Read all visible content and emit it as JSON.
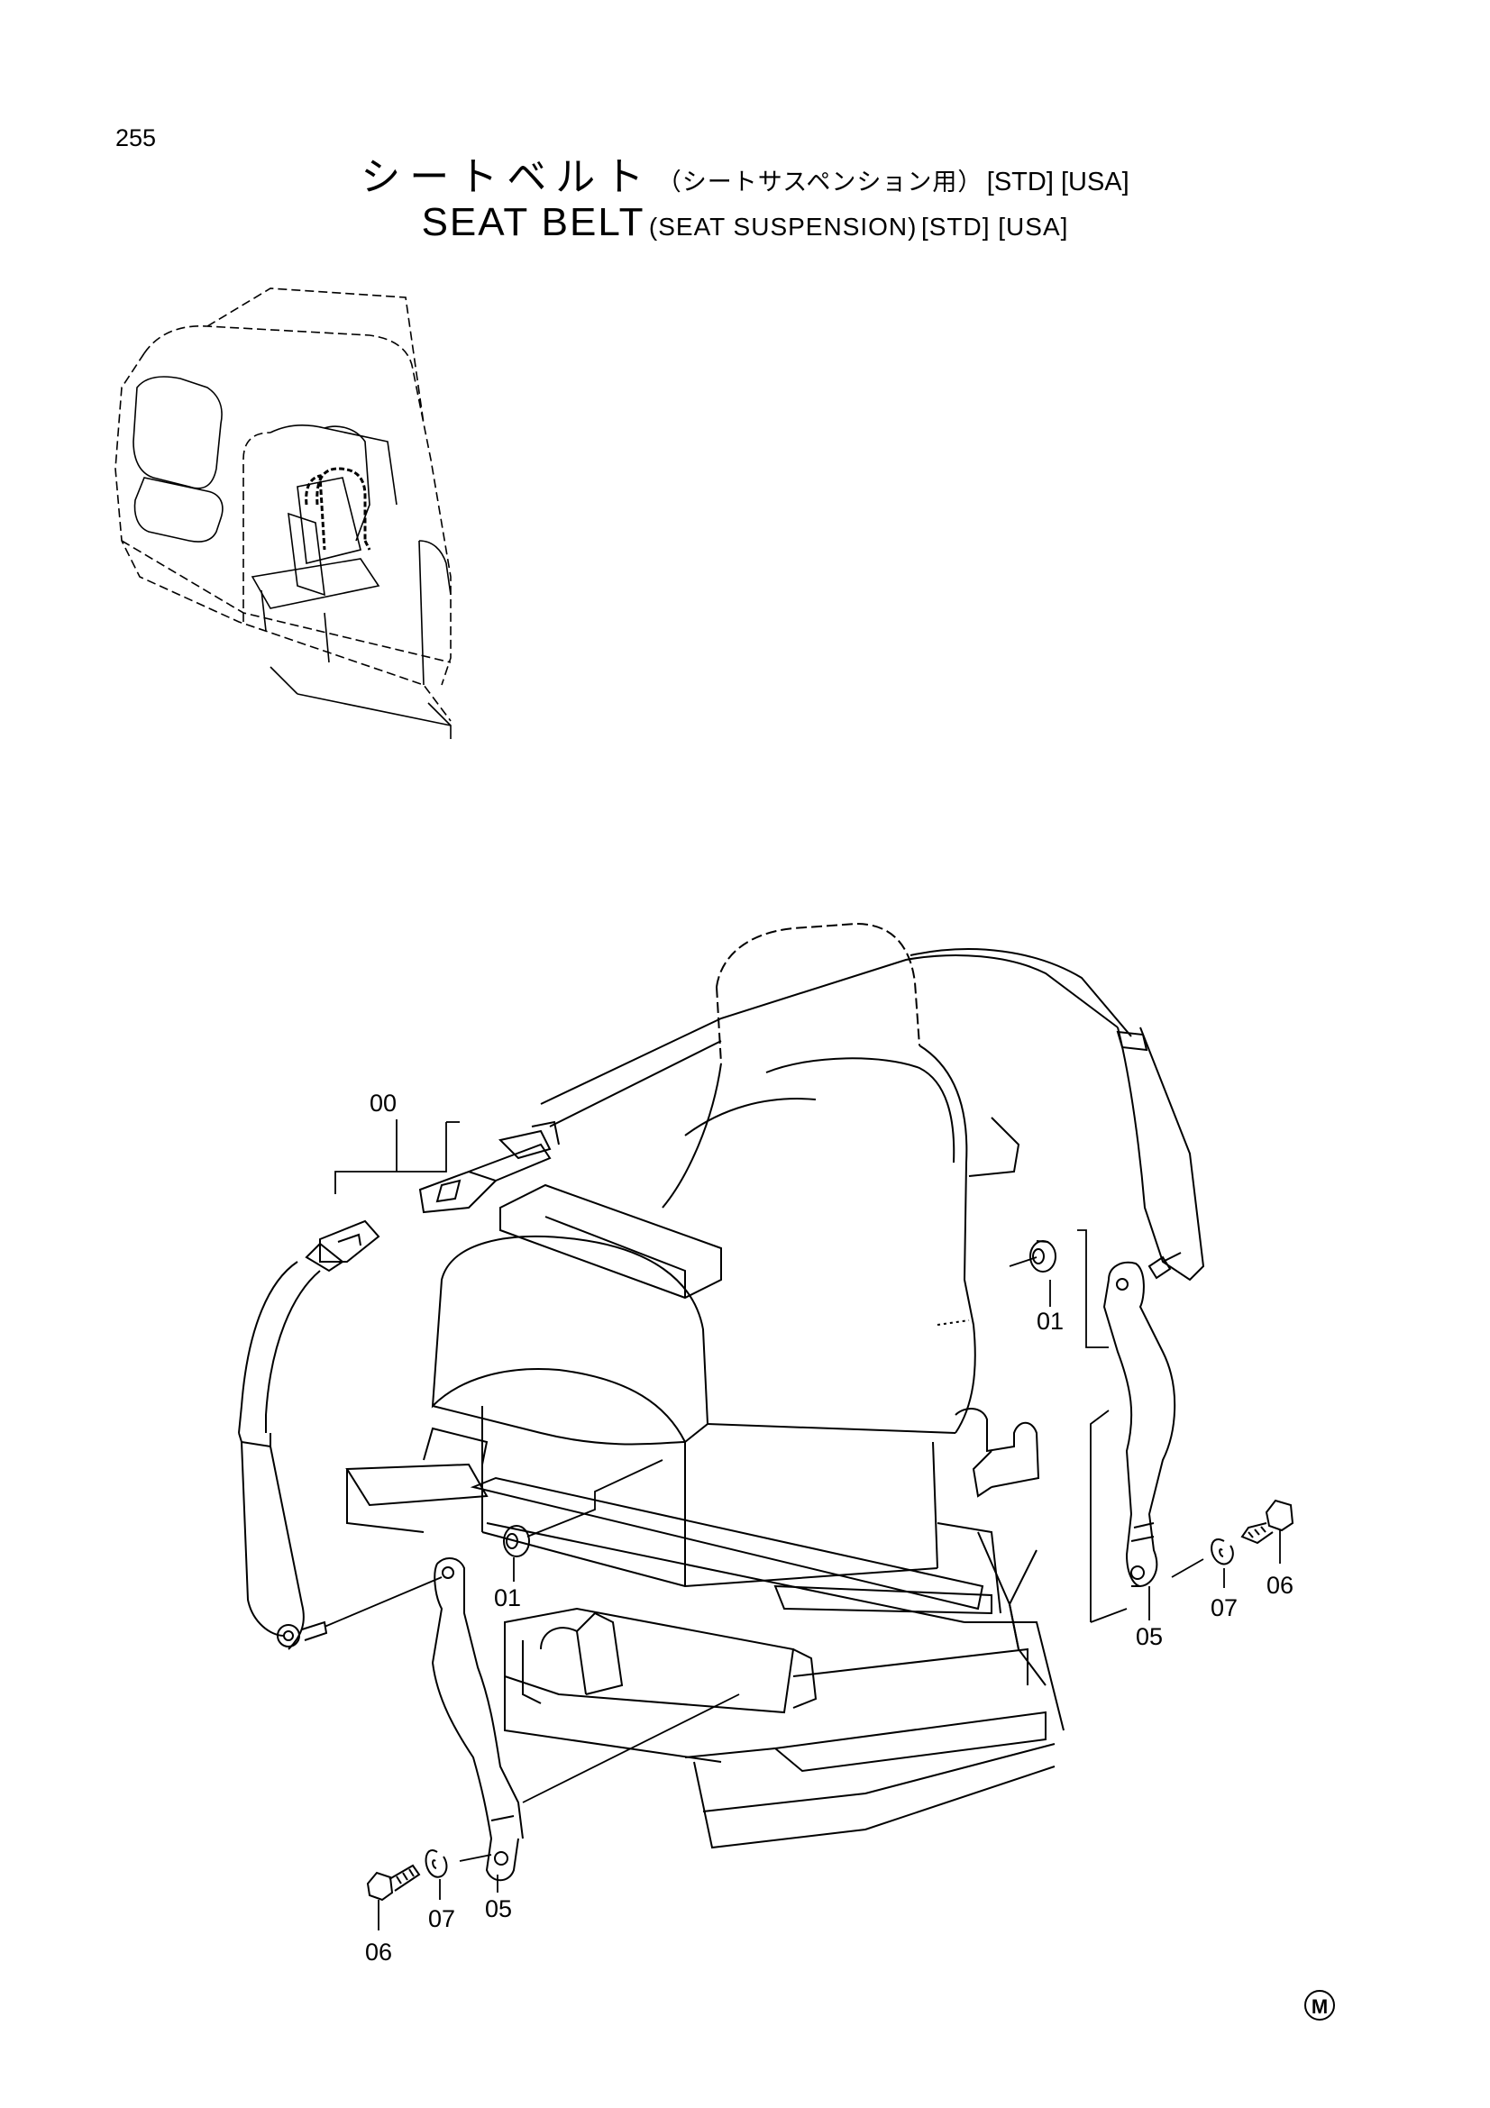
{
  "page_number": "255",
  "title_jp": {
    "main": "シートベルト",
    "sub": "（シートサスペンション用）",
    "tags": "[STD] [USA]"
  },
  "title_en": {
    "main": "SEAT BELT",
    "sub": "(SEAT SUSPENSION)",
    "tags": "[STD] [USA]"
  },
  "callouts": {
    "c00": "00",
    "c01_right": "01",
    "c01_left": "01",
    "c05_right": "05",
    "c05_left": "05",
    "c06_right": "06",
    "c06_left": "06",
    "c07_right": "07",
    "c07_left": "07"
  },
  "maker_mark": "M"
}
